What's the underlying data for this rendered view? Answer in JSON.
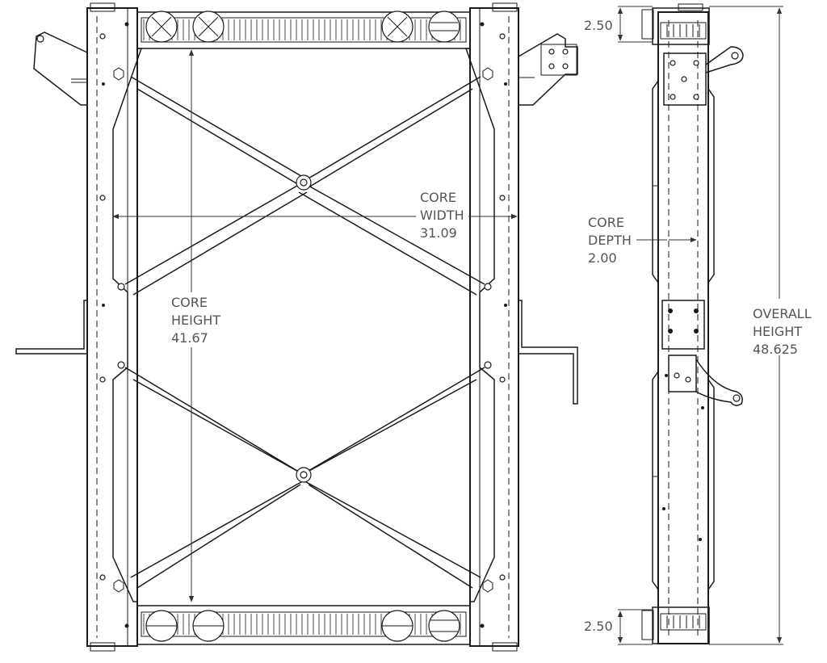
{
  "front_view": {
    "core_width": {
      "label_line1": "CORE",
      "label_line2": "WIDTH",
      "value": "31.09"
    },
    "core_height": {
      "label_line1": "CORE",
      "label_line2": "HEIGHT",
      "value": "41.67"
    }
  },
  "side_view": {
    "top_tank": {
      "value": "2.50"
    },
    "bottom_tank": {
      "value": "2.50"
    },
    "core_depth": {
      "label_line1": "CORE",
      "label_line2": "DEPTH",
      "value": "2.00"
    },
    "overall_height": {
      "label_line1": "OVERALL",
      "label_line2": "HEIGHT",
      "value": "48.625"
    }
  }
}
